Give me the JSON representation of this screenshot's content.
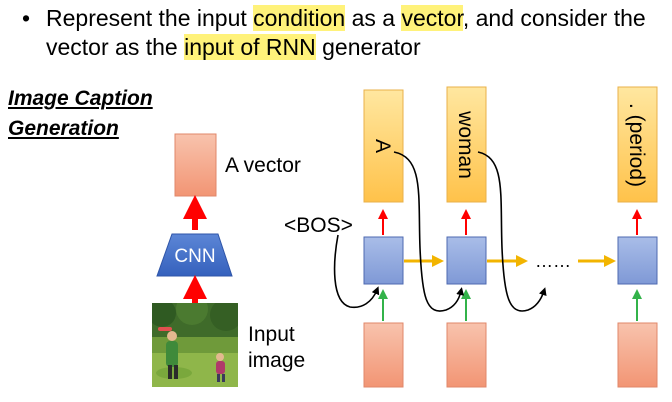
{
  "bullet": {
    "dot": "•",
    "parts": [
      {
        "text": "Represent the input ",
        "hl": false
      },
      {
        "text": "condition",
        "hl": true
      },
      {
        "text": " as a ",
        "hl": false
      },
      {
        "text": "vector",
        "hl": true
      },
      {
        "text": ", and consider the vector as the ",
        "hl": false
      },
      {
        "text": "input of RNN",
        "hl": true
      },
      {
        "text": " generator",
        "hl": false
      }
    ]
  },
  "section_title": {
    "line1": "Image Caption",
    "line2": "Generation"
  },
  "encoder": {
    "vector_label": "A vector",
    "cnn_label": "CNN",
    "input_label_line1": "Input",
    "input_label_line2": "image"
  },
  "decoder": {
    "bos_label": "<BOS>",
    "ellipsis": "……",
    "outputs": [
      "A",
      "woman",
      ". (period)"
    ]
  },
  "colors": {
    "highlight": "#fff27a",
    "salmon_box": "#f5ad8f",
    "output_box": "#ffd166",
    "rnn_box": "#8fa8dc",
    "cnn_shape": "#4a74c9",
    "red_arrow": "#ff0000",
    "green_arrow": "#33b34a",
    "orange_arrow": "#f2b400"
  }
}
